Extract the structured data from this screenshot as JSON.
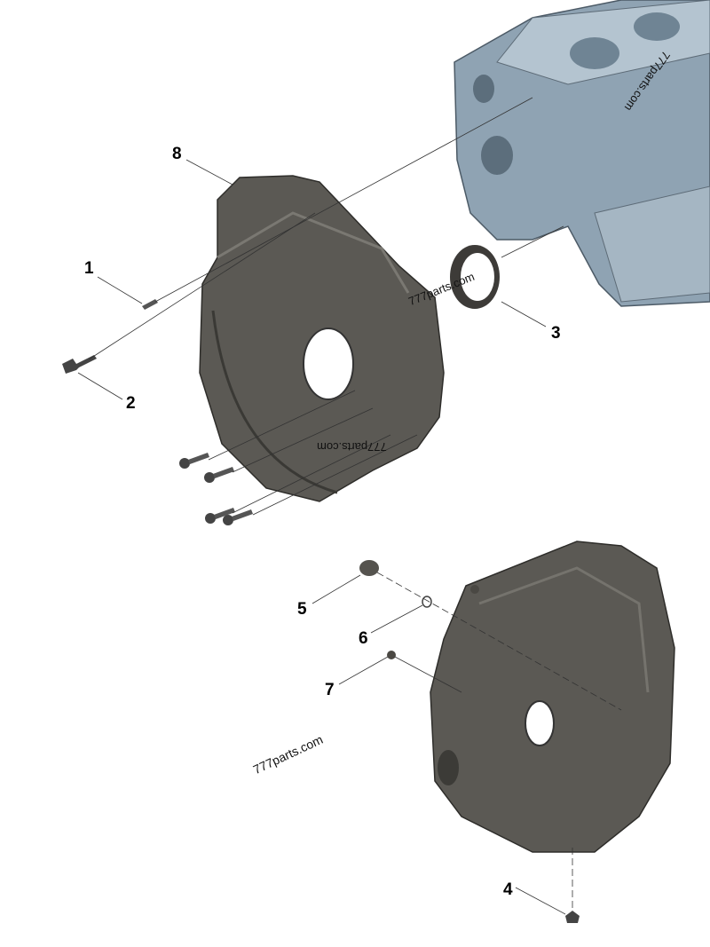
{
  "diagram": {
    "callouts": [
      {
        "id": "1",
        "label": "1"
      },
      {
        "id": "2",
        "label": "2"
      },
      {
        "id": "3",
        "label": "3"
      },
      {
        "id": "4",
        "label": "4"
      },
      {
        "id": "5",
        "label": "5"
      },
      {
        "id": "6",
        "label": "6"
      },
      {
        "id": "7",
        "label": "7"
      },
      {
        "id": "8",
        "label": "8"
      }
    ],
    "watermarks": [
      "777parts.com",
      "777parts.com",
      "777parts.com",
      "777parts.com"
    ],
    "colors": {
      "engine_block": "#8fa3b3",
      "housing": "#57554f",
      "leader": "#333333"
    }
  }
}
